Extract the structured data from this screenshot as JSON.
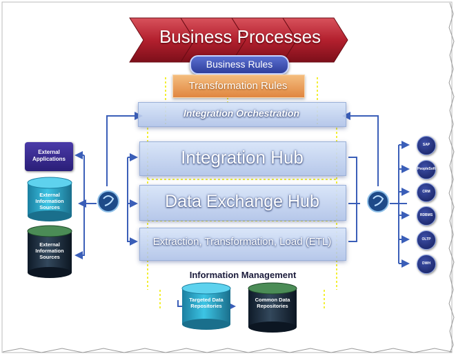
{
  "business_processes": "Business Processes",
  "business_rules": "Business Rules",
  "transformation_rules": "Transformation Rules",
  "integration_orchestration": "Integration Orchestration",
  "integration_hub": "Integration Hub",
  "data_exchange_hub": "Data Exchange Hub",
  "etl": "Extraction, Transformation, Load (ETL)",
  "information_management": {
    "title": "Information Management",
    "targeted": "Targeted Data Repositories",
    "common": "Common Data Repositories"
  },
  "external_panel": {
    "title": "External Information Consumers/Providers",
    "applications": "External Applications",
    "sources_1": "External Information Sources",
    "sources_2": "External Information Sources"
  },
  "internal_panel": {
    "title": "Internal Applications",
    "apps": [
      "SAP",
      "PeopleSoft",
      "CRM",
      "RDBMS",
      "OLTP",
      "DWH"
    ]
  },
  "colors": {
    "chevron": "#b3202e",
    "business_rules_bg": "#2f3f9c",
    "transformation_bg": "#e89a52",
    "panel": "#6e6eb2",
    "cyan_cylinder": "#2aa6c8",
    "gray_cylinder": "#1a2a3c",
    "connector": "#3a5eb8",
    "dashed": "#f3ef35"
  }
}
